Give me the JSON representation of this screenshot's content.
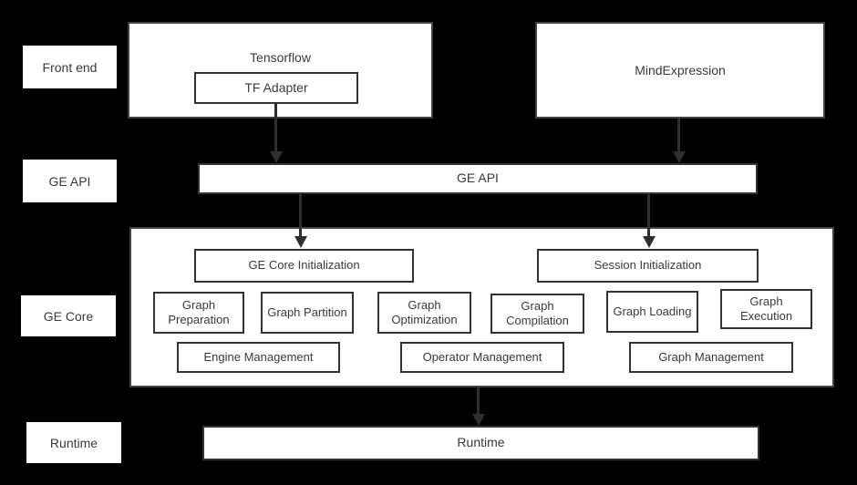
{
  "colors": {
    "background": "#000000",
    "box_fill": "#ffffff",
    "outer_border": "#424242",
    "inner_border": "#333333",
    "text": "#3a3a3a",
    "arrow": "#2f2f2f"
  },
  "side_labels": {
    "front_end": "Front end",
    "ge_api": "GE API",
    "ge_core": "GE Core",
    "runtime": "Runtime"
  },
  "front_end_row": {
    "tensorflow_title": "Tensorflow",
    "tf_adapter": "TF Adapter",
    "mindexpression": "MindExpression"
  },
  "ge_api_bar": {
    "label": "GE API"
  },
  "ge_core": {
    "ge_core_initialization": "GE Core Initialization",
    "session_initialization": "Session Initialization",
    "stages": [
      "Graph Preparation",
      "Graph Partition",
      "Graph Optimization",
      "Graph Compilation",
      "Graph Loading",
      "Graph Execution"
    ],
    "management": [
      "Engine Management",
      "Operator Management",
      "Graph Management"
    ]
  },
  "runtime_bar": {
    "label": "Runtime"
  }
}
